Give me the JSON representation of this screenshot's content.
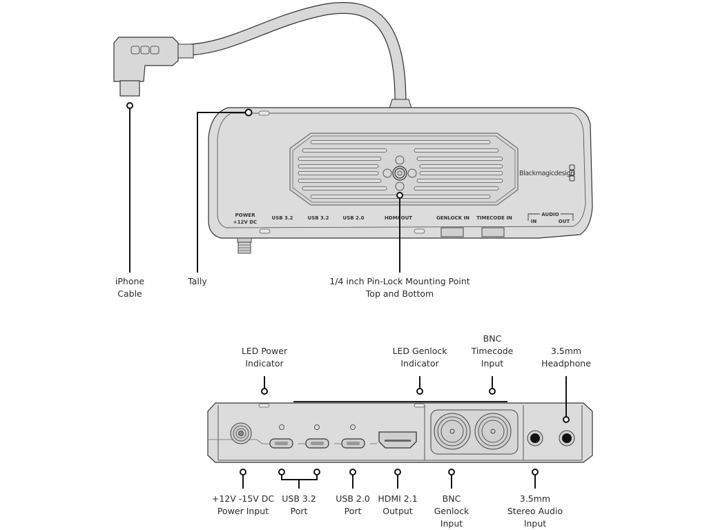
{
  "top_view": {
    "device_labels": {
      "power": [
        "POWER",
        "+12V DC"
      ],
      "usb1": "USB 3.2",
      "usb2": "USB 3.2",
      "usb3": "USB 2.0",
      "hdmi": "HDMI OUT",
      "genlock": "GENLOCK IN",
      "timecode": "TIMECODE IN",
      "audio": "AUDIO",
      "audio_in": "IN",
      "audio_out": "OUT",
      "brand": "Blackmagicdesign"
    },
    "callouts": [
      {
        "id": "iphone-cable",
        "lines": [
          "iPhone",
          "Cable"
        ]
      },
      {
        "id": "tally",
        "lines": [
          "Tally"
        ]
      },
      {
        "id": "mounting-point",
        "lines": [
          "1/4 inch Pin-Lock Mounting Point",
          "Top and Bottom"
        ]
      }
    ]
  },
  "front_view": {
    "callouts_top": [
      {
        "id": "led-power",
        "lines": [
          "LED Power",
          "Indicator"
        ]
      },
      {
        "id": "led-genlock",
        "lines": [
          "LED Genlock",
          "Indicator"
        ]
      },
      {
        "id": "bnc-timecode",
        "lines": [
          "BNC",
          "Timecode",
          "Input"
        ]
      },
      {
        "id": "headphone",
        "lines": [
          "3.5mm",
          "Headphone"
        ]
      }
    ],
    "callouts_bottom": [
      {
        "id": "power-input",
        "lines": [
          "+12V -15V DC",
          "Power Input"
        ]
      },
      {
        "id": "usb32-port",
        "lines": [
          "USB 3.2",
          "Port"
        ]
      },
      {
        "id": "usb20-port",
        "lines": [
          "USB 2.0",
          "Port"
        ]
      },
      {
        "id": "hdmi-output",
        "lines": [
          "HDMI 2.1",
          "Output"
        ]
      },
      {
        "id": "bnc-genlock",
        "lines": [
          "BNC",
          "Genlock",
          "Input"
        ]
      },
      {
        "id": "stereo-audio",
        "lines": [
          "3.5mm",
          "Stereo Audio",
          "Input"
        ]
      }
    ]
  }
}
